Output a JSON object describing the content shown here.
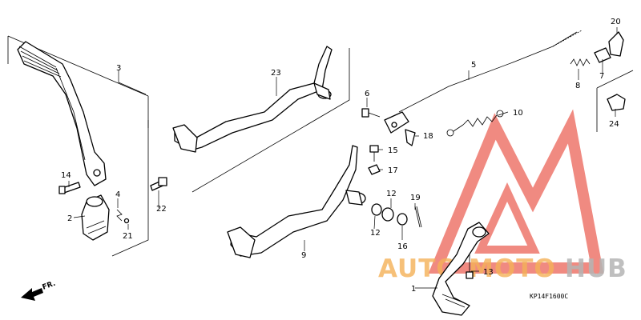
{
  "callouts": [
    {
      "id": "c1",
      "text": "1"
    },
    {
      "id": "c2",
      "text": "2"
    },
    {
      "id": "c3",
      "text": "3"
    },
    {
      "id": "c4",
      "text": "4"
    },
    {
      "id": "c5",
      "text": "5"
    },
    {
      "id": "c6",
      "text": "6"
    },
    {
      "id": "c7",
      "text": "7"
    },
    {
      "id": "c8",
      "text": "8"
    },
    {
      "id": "c9",
      "text": "9"
    },
    {
      "id": "c10",
      "text": "10"
    },
    {
      "id": "c12a",
      "text": "12"
    },
    {
      "id": "c12b",
      "text": "12"
    },
    {
      "id": "c13",
      "text": "13"
    },
    {
      "id": "c14",
      "text": "14"
    },
    {
      "id": "c15",
      "text": "15"
    },
    {
      "id": "c16",
      "text": "16"
    },
    {
      "id": "c17",
      "text": "17"
    },
    {
      "id": "c18",
      "text": "18"
    },
    {
      "id": "c19",
      "text": "19"
    },
    {
      "id": "c20",
      "text": "20"
    },
    {
      "id": "c21",
      "text": "21"
    },
    {
      "id": "c22",
      "text": "22"
    },
    {
      "id": "c23",
      "text": "23"
    },
    {
      "id": "c24",
      "text": "24"
    }
  ],
  "front_marker": "FR.",
  "diagram_code": "KP14F1600C",
  "watermark": {
    "brand_part1": "AUTO",
    "brand_part2": "MOTO",
    "brand_part3": "HUB",
    "color_triangle": "#e8483a",
    "color_text_orange": "#f2a33a",
    "color_text_gray": "#a7a7a7"
  }
}
